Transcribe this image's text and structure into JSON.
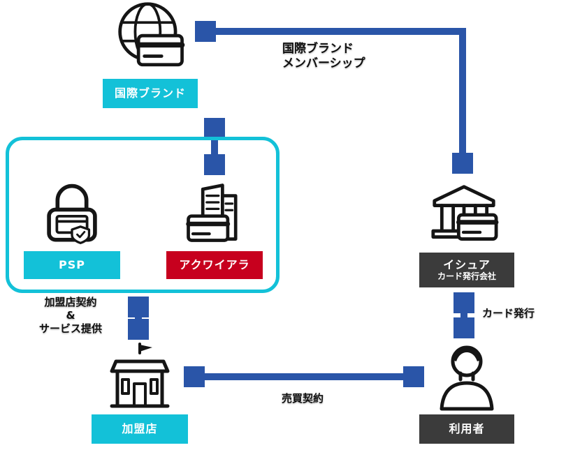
{
  "nodes": {
    "brand": {
      "label": "国際ブランド"
    },
    "psp": {
      "label": "PSP"
    },
    "acquirer": {
      "label": "アクワイアラ"
    },
    "issuer": {
      "label": "イシュア",
      "sublabel": "カード発行会社"
    },
    "merchant": {
      "label": "加盟店"
    },
    "user": {
      "label": "利用者"
    }
  },
  "edge_labels": {
    "membership_line1": "国際ブランド",
    "membership_line2": "メンバーシップ",
    "merchant_contract_line1": "加盟店契約",
    "merchant_contract_line2": "&",
    "merchant_contract_line3": "サービス提供",
    "card_issue": "カード発行",
    "sales_contract": "売買契約"
  },
  "colors": {
    "cyan": "#13c1d8",
    "red": "#c7001e",
    "dark_gray": "#3b3b3b",
    "arrow_blue": "#2a55a8",
    "icon_black": "#151515"
  }
}
